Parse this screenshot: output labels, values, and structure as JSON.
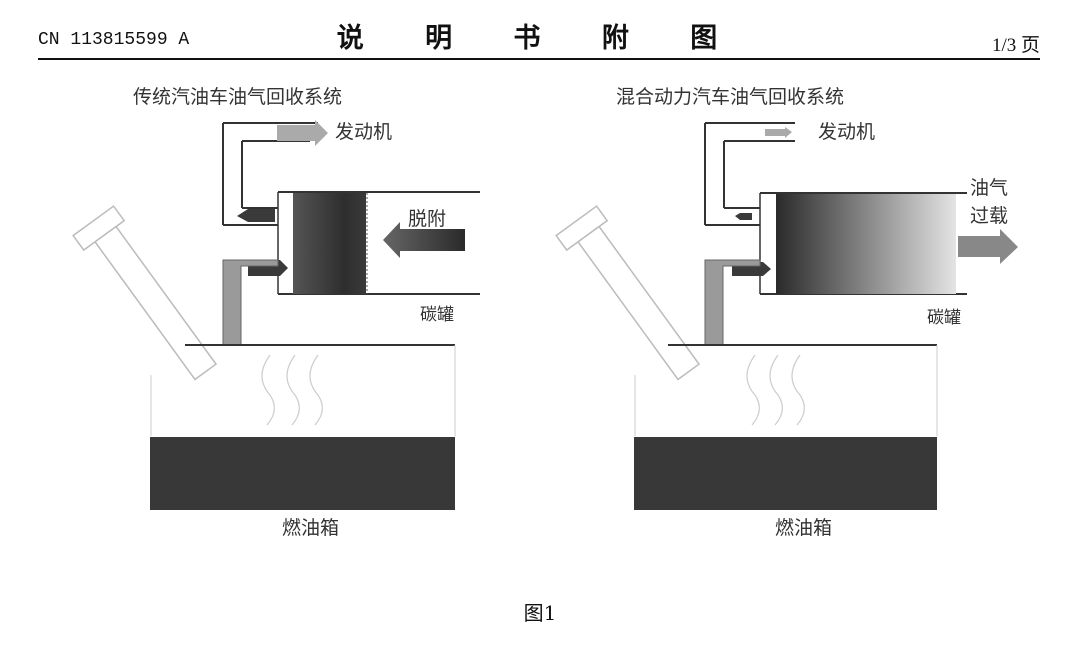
{
  "header": {
    "publication_number": "CN 113815599 A",
    "title": "说 明 书 附 图",
    "page": "1/3 页"
  },
  "figure_caption": "图1",
  "panels": [
    {
      "title": "传统汽油车油气回收系统",
      "engine_label": "发动机",
      "canister_label": "碳罐",
      "flow_label": "脱附",
      "tank_label": "燃油箱"
    },
    {
      "title": "混合动力汽车油气回收系统",
      "engine_label": "发动机",
      "canister_label": "碳罐",
      "overload_label_line1": "油气",
      "overload_label_line2": "过载",
      "tank_label": "燃油箱"
    }
  ],
  "colors": {
    "ink": "#111111",
    "fuel": "#383838",
    "pipe": "#9a9a9a"
  }
}
